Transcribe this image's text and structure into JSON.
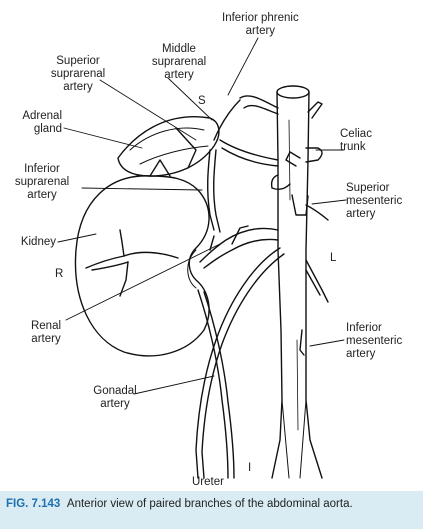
{
  "labels": {
    "inferior_phrenic": [
      "Inferior phrenic",
      "artery"
    ],
    "middle_suprarenal": [
      "Middle",
      "suprarenal",
      "artery"
    ],
    "superior_suprarenal": [
      "Superior",
      "suprarenal",
      "artery"
    ],
    "adrenal_gland": [
      "Adrenal",
      "gland"
    ],
    "s": "S",
    "celiac_trunk": [
      "Celiac",
      "trunk"
    ],
    "inferior_suprarenal": [
      "Inferior",
      "suprarenal",
      "artery"
    ],
    "superior_mesenteric": [
      "Superior",
      "mesenteric",
      "artery"
    ],
    "kidney": "Kidney",
    "l": "L",
    "r": "R",
    "renal_artery": [
      "Renal",
      "artery"
    ],
    "inferior_mesenteric": [
      "Inferior",
      "mesenteric",
      "artery"
    ],
    "gonadal_artery": [
      "Gonadal",
      "artery"
    ],
    "i": "I",
    "ureter": "Ureter"
  },
  "caption": {
    "figure_number": "FIG. 7.143",
    "text": "Anterior view of paired branches of the abdominal aorta."
  },
  "colors": {
    "caption_band": "#d9ecf4",
    "figure_number": "#1f6fae",
    "line": "#111111"
  }
}
